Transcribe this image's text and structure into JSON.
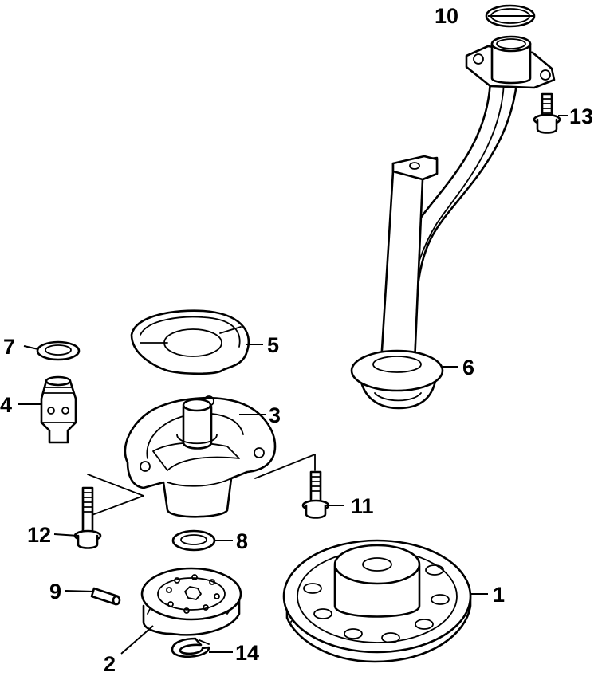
{
  "callouts": [
    {
      "id": "1",
      "text": "1",
      "part": "drive-gear"
    },
    {
      "id": "2",
      "text": "2",
      "part": "pump-gear"
    },
    {
      "id": "3",
      "text": "3",
      "part": "oil-pump-body"
    },
    {
      "id": "4",
      "text": "4",
      "part": "relief-valve"
    },
    {
      "id": "5",
      "text": "5",
      "part": "pump-gasket"
    },
    {
      "id": "6",
      "text": "6",
      "part": "oil-strainer-pipe"
    },
    {
      "id": "7",
      "text": "7",
      "part": "washer-7"
    },
    {
      "id": "8",
      "text": "8",
      "part": "washer-8"
    },
    {
      "id": "9",
      "text": "9",
      "part": "dowel-pin"
    },
    {
      "id": "10",
      "text": "10",
      "part": "o-ring"
    },
    {
      "id": "11",
      "text": "11",
      "part": "flange-bolt-11"
    },
    {
      "id": "12",
      "text": "12",
      "part": "flange-bolt-12"
    },
    {
      "id": "13",
      "text": "13",
      "part": "flange-bolt-13"
    },
    {
      "id": "14",
      "text": "14",
      "part": "snap-ring"
    }
  ]
}
